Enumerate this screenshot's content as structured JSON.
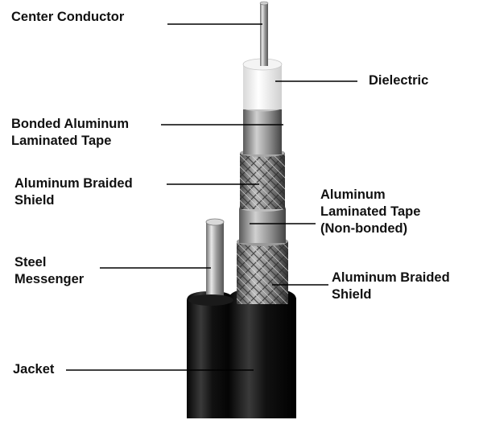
{
  "labels": {
    "center_conductor": "Center Conductor",
    "dielectric": "Dielectric",
    "bonded_tape": [
      "Bonded Aluminum",
      "Laminated Tape"
    ],
    "braided_shield_left": [
      "Aluminum Braided",
      "Shield"
    ],
    "nonbonded_tape": [
      "Aluminum",
      "Laminated Tape",
      "(Non-bonded)"
    ],
    "steel_messenger": [
      "Steel",
      "Messenger"
    ],
    "braided_shield_right": [
      "Aluminum Braided",
      "Shield"
    ],
    "jacket": "Jacket"
  }
}
